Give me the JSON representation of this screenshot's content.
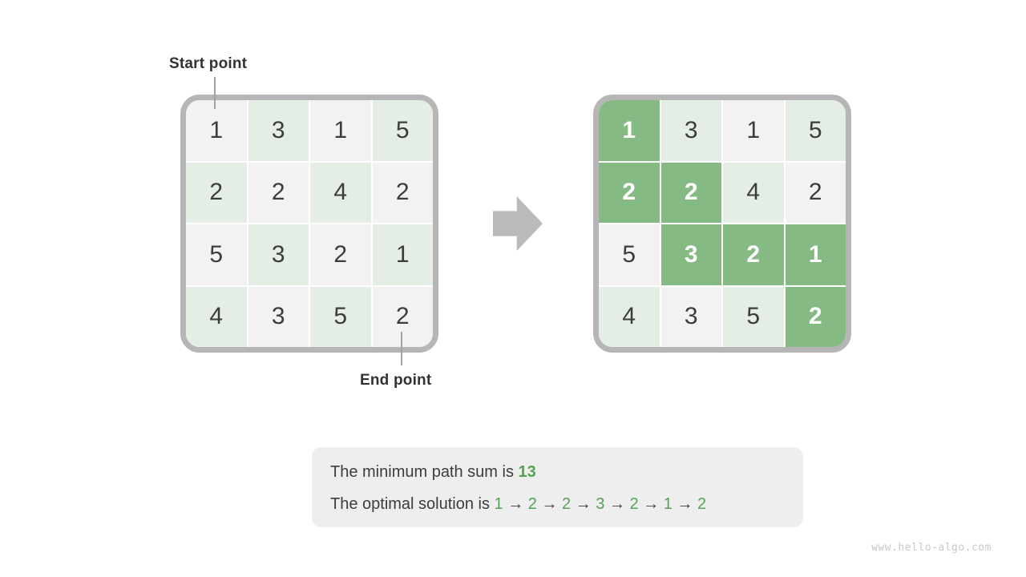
{
  "start_label": "Start point",
  "end_label": "End point",
  "grid_values": [
    [
      1,
      3,
      1,
      5
    ],
    [
      2,
      2,
      4,
      2
    ],
    [
      5,
      3,
      2,
      1
    ],
    [
      4,
      3,
      5,
      2
    ]
  ],
  "path_cells": [
    [
      0,
      0
    ],
    [
      1,
      0
    ],
    [
      1,
      1
    ],
    [
      2,
      1
    ],
    [
      2,
      2
    ],
    [
      2,
      3
    ],
    [
      3,
      3
    ]
  ],
  "caption": {
    "line1_prefix": "The minimum path sum is ",
    "line1_value": "13",
    "line2_prefix": "The optimal solution is ",
    "solution_path": [
      "1",
      "2",
      "2",
      "3",
      "2",
      "1",
      "2"
    ],
    "separator": "→"
  },
  "watermark": "www.hello-algo.com",
  "colors": {
    "highlight_green": "#85ba85",
    "cell_light_green": "#e4eee4",
    "cell_light_gray": "#f2f2f3",
    "text_green": "#55a455",
    "text_dark": "#3c3c3c",
    "label_dark": "#323232",
    "grid_border_gray": "#b6b6b6",
    "arrow_gray": "#bababa",
    "leader_gray": "#a3a3a3",
    "caption_bg": "#eeeeee",
    "watermark_gray": "#c9c9c9"
  }
}
